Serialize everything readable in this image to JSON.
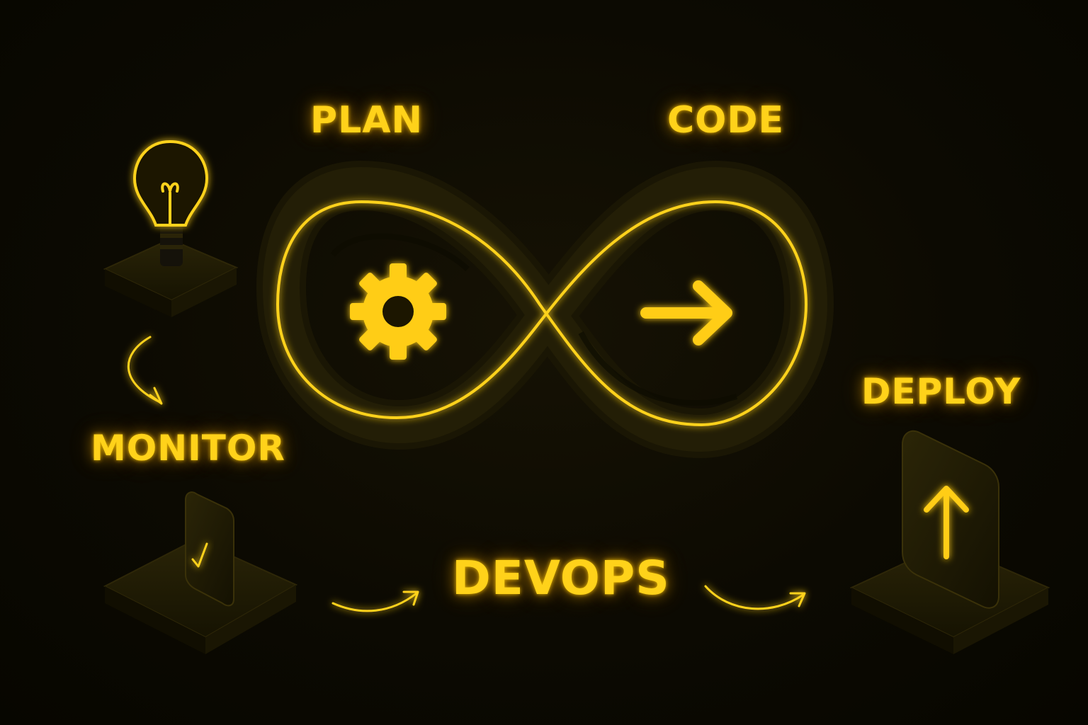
{
  "diagram": {
    "stages": {
      "plan": "PLAN",
      "code": "CODE",
      "monitor": "MONITOR",
      "deploy": "DEPLOY"
    },
    "center_title": "DEVOPS",
    "icons": [
      "lightbulb-icon",
      "gear-icon",
      "arrow-right-icon",
      "checkmark-icon",
      "arrow-up-icon",
      "infinity-loop-icon"
    ],
    "colors": {
      "accent": "#ffd21a",
      "background": "#0a0800",
      "block": "#1d1905"
    }
  }
}
